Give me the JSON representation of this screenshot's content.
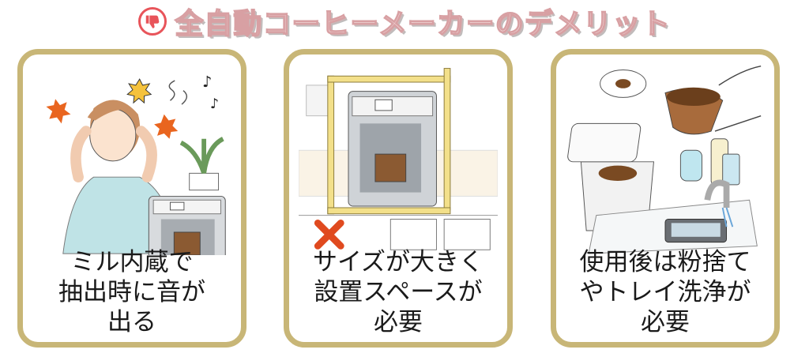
{
  "header": {
    "icon": "thumbs-down-icon",
    "title": "全自動コーヒーメーカーのデメリット",
    "accent_color": "#e8545a"
  },
  "cards": [
    {
      "illustration": "woman-covering-ears-near-coffee-machine",
      "lines": [
        "ミル内蔵で",
        "抽出時に音が",
        "出る"
      ]
    },
    {
      "illustration": "coffee-machine-measured-with-tape-and-red-x",
      "lines": [
        "サイズが大きく",
        "設置スペースが",
        "必要"
      ]
    },
    {
      "illustration": "dumping-grounds-and-washing-tray",
      "lines": [
        "使用後は粉捨て",
        "やトレイ洗浄が",
        "必要"
      ]
    }
  ],
  "colors": {
    "card_border": "#c8b677",
    "title_fill": "#f7e3e4",
    "title_outline": "#d8a0a3"
  }
}
